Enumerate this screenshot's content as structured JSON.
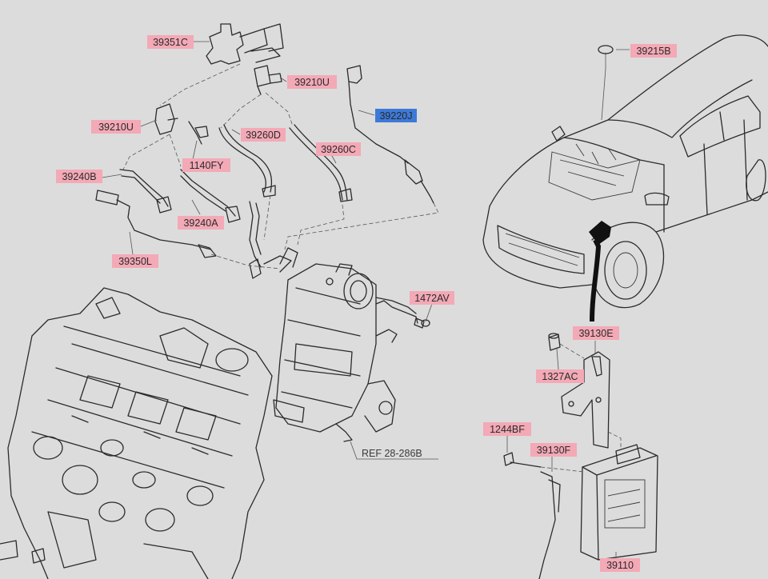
{
  "colors": {
    "background": "#dcdcdc",
    "label_fill": "#f3a9b6",
    "label_fill_selected": "#3d79d8",
    "ink": "#2b2b2b"
  },
  "labels": [
    {
      "id": "39351C",
      "text": "39351C",
      "selected": false
    },
    {
      "id": "39210U-top",
      "text": "39210U",
      "selected": false
    },
    {
      "id": "39210U-left",
      "text": "39210U",
      "selected": false
    },
    {
      "id": "39220J",
      "text": "39220J",
      "selected": true
    },
    {
      "id": "39260D",
      "text": "39260D",
      "selected": false
    },
    {
      "id": "39260C",
      "text": "39260C",
      "selected": false
    },
    {
      "id": "1140FY",
      "text": "1140FY",
      "selected": false
    },
    {
      "id": "39240B",
      "text": "39240B",
      "selected": false
    },
    {
      "id": "39240A",
      "text": "39240A",
      "selected": false
    },
    {
      "id": "39350L",
      "text": "39350L",
      "selected": false
    },
    {
      "id": "1472AV",
      "text": "1472AV",
      "selected": false
    },
    {
      "id": "39215B",
      "text": "39215B",
      "selected": false
    },
    {
      "id": "39130E",
      "text": "39130E",
      "selected": false
    },
    {
      "id": "1327AC",
      "text": "1327AC",
      "selected": false
    },
    {
      "id": "1244BF",
      "text": "1244BF",
      "selected": false
    },
    {
      "id": "39130F",
      "text": "39130F",
      "selected": false
    },
    {
      "id": "39110",
      "text": "39110",
      "selected": false
    }
  ],
  "reference": {
    "text": "REF 28-286B"
  }
}
